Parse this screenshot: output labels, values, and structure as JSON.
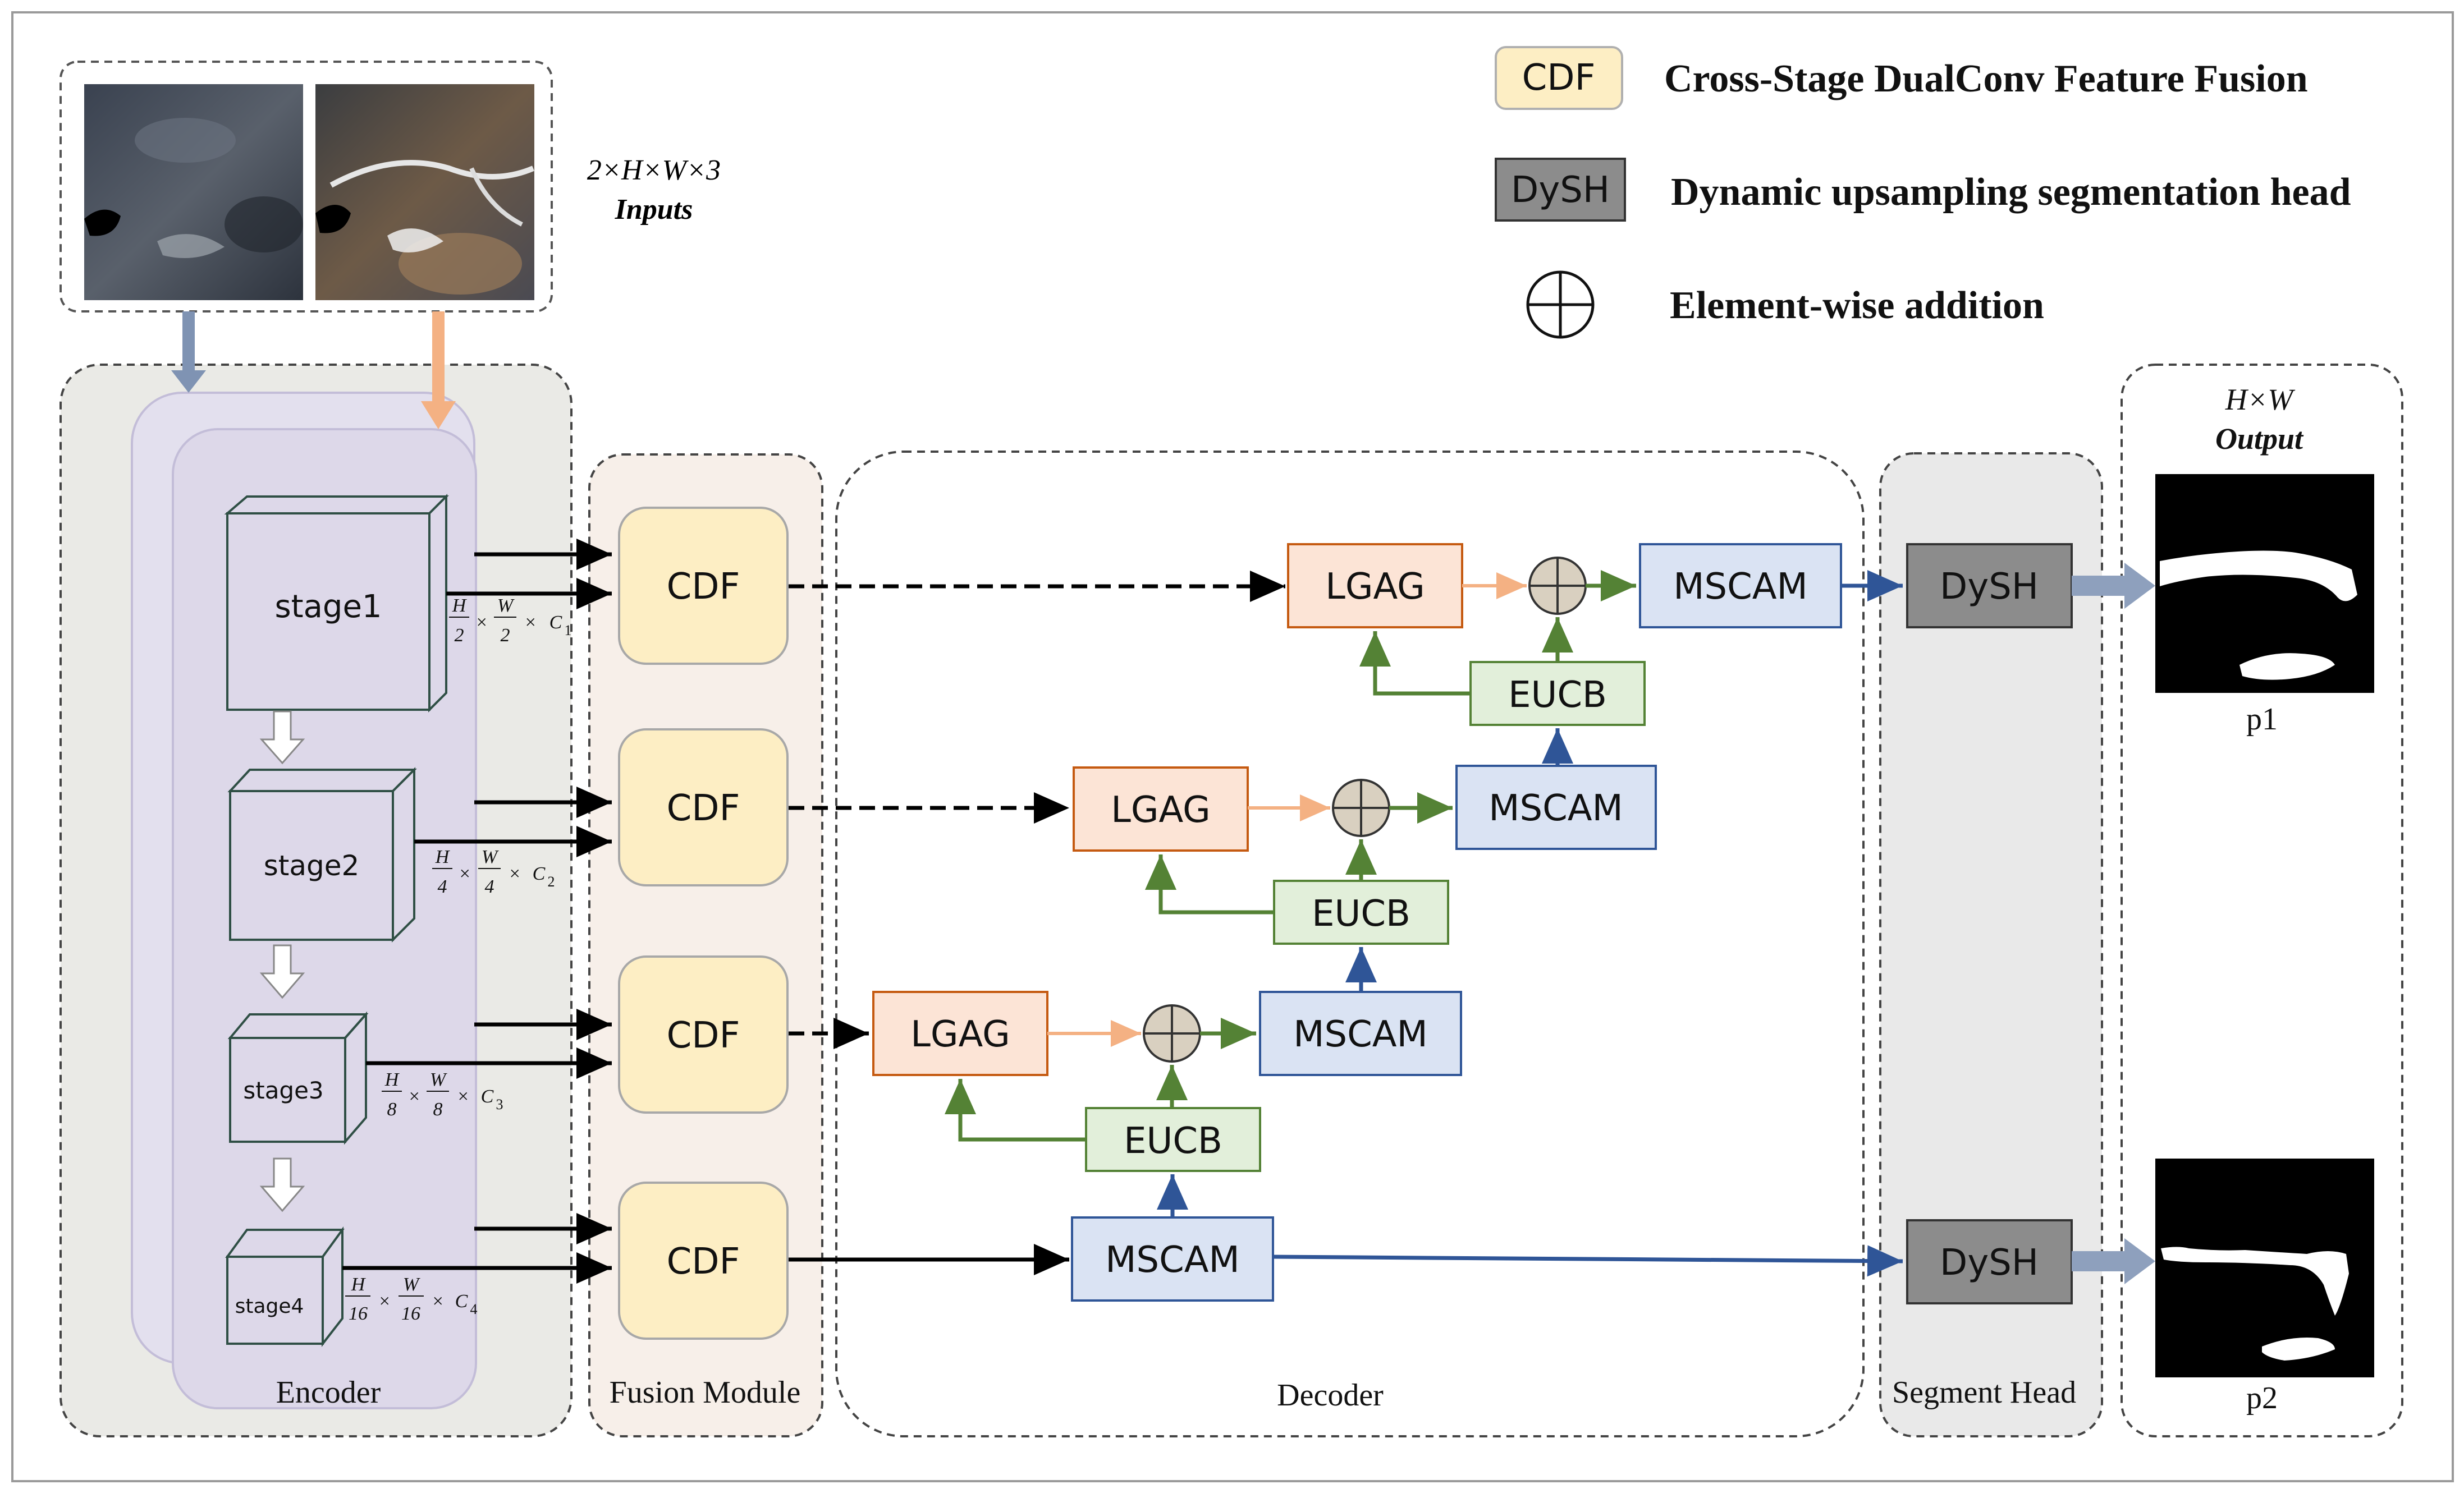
{
  "legend": {
    "cdf_tag": "CDF",
    "cdf_text": "Cross-Stage DualConv Feature Fusion",
    "dysh_tag": "DySH",
    "dysh_text": "Dynamic upsampling segmentation head",
    "add_text": "Element-wise addition"
  },
  "inputs": {
    "dims": "2×H×W×3",
    "label": "Inputs"
  },
  "output": {
    "dims": "H×W",
    "label": "Output",
    "p1": "p1",
    "p2": "p2"
  },
  "regions": {
    "encoder": "Encoder",
    "fusion": "Fusion Module",
    "decoder": "Decoder",
    "segment_head": "Segment Head"
  },
  "stages": [
    {
      "label": "stage1",
      "dim_h": "H",
      "dim_h_den": "2",
      "dim_w": "W",
      "dim_w_den": "2",
      "dim_c": "C",
      "dim_c_sub": "1"
    },
    {
      "label": "stage2",
      "dim_h": "H",
      "dim_h_den": "4",
      "dim_w": "W",
      "dim_w_den": "4",
      "dim_c": "C",
      "dim_c_sub": "2"
    },
    {
      "label": "stage3",
      "dim_h": "H",
      "dim_h_den": "8",
      "dim_w": "W",
      "dim_w_den": "8",
      "dim_c": "C",
      "dim_c_sub": "3"
    },
    {
      "label": "stage4",
      "dim_h": "H",
      "dim_h_den": "16",
      "dim_w": "W",
      "dim_w_den": "16",
      "dim_c": "C",
      "dim_c_sub": "4"
    }
  ],
  "blocks": {
    "cdf": "CDF",
    "lgag": "LGAG",
    "eucb": "EUCB",
    "mscam": "MSCAM",
    "dysh": "DySH",
    "times": "×"
  },
  "colors": {
    "cdf_fill": "#fdeec4",
    "cdf_stroke": "#a8a8a8",
    "lgag_fill": "#fce4d6",
    "lgag_stroke": "#c55a11",
    "eucb_fill": "#e2efda",
    "eucb_stroke": "#548235",
    "mscam_fill": "#dae3f3",
    "mscam_stroke": "#2f5597",
    "dysh_fill": "#8c8c8c",
    "arrow_black": "#000000",
    "arrow_green": "#548235",
    "arrow_blue": "#2f5597",
    "arrow_pink": "#f4b183",
    "input_arrow_blue": "#7f93b3",
    "input_arrow_orange": "#f4b183"
  }
}
